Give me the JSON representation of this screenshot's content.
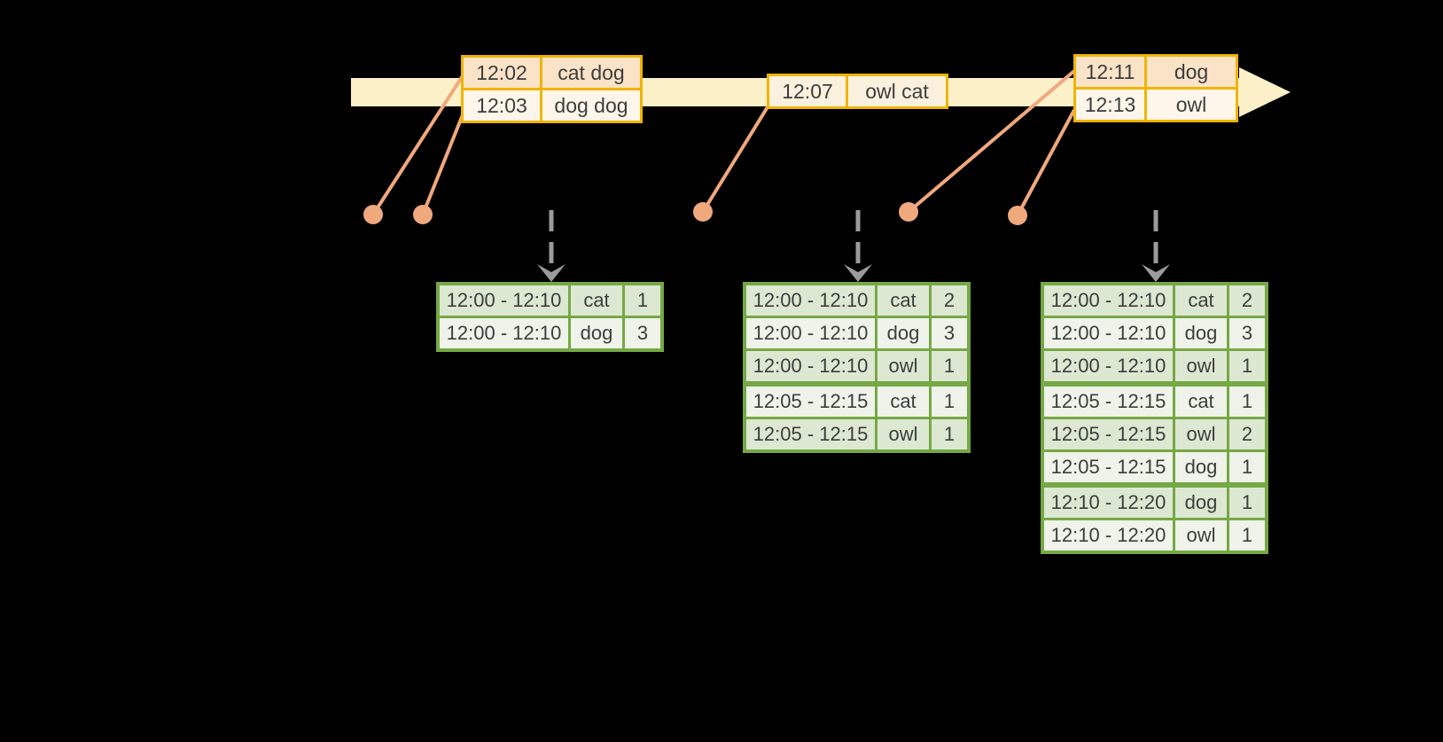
{
  "colors": {
    "background": "#000000",
    "timeline_band": "#fcf0c9",
    "event_table_border": "#f0b400",
    "event_row_dark": "#fae3c7",
    "event_row_light": "#fef6ea",
    "connector_salmon": "#f0a87d",
    "result_table_border": "#76a845",
    "result_row_dark": "#dde8d2",
    "result_row_light": "#eff3ea",
    "trigger_arrow_gray": "#9b9b9b",
    "text": "#3d3d3d"
  },
  "icons": {
    "timeline_arrowhead": "right-arrow",
    "trigger_arrow": "dashed-down-arrow",
    "event_marker": "dot"
  },
  "timeline": {
    "events": [
      {
        "rows": [
          {
            "time": "12:02",
            "words": "cat dog"
          },
          {
            "time": "12:03",
            "words": "dog dog"
          }
        ]
      },
      {
        "rows": [
          {
            "time": "12:07",
            "words": "owl cat"
          }
        ]
      },
      {
        "rows": [
          {
            "time": "12:11",
            "words": "dog"
          },
          {
            "time": "12:13",
            "words": "owl"
          }
        ]
      }
    ]
  },
  "result_tables": [
    {
      "rows": [
        {
          "window": "12:00 - 12:10",
          "word": "cat",
          "count": "1"
        },
        {
          "window": "12:00 - 12:10",
          "word": "dog",
          "count": "3"
        }
      ]
    },
    {
      "rows": [
        {
          "window": "12:00 - 12:10",
          "word": "cat",
          "count": "2"
        },
        {
          "window": "12:00 - 12:10",
          "word": "dog",
          "count": "3"
        },
        {
          "window": "12:00 - 12:10",
          "word": "owl",
          "count": "1"
        },
        {
          "window": "12:05 - 12:15",
          "word": "cat",
          "count": "1"
        },
        {
          "window": "12:05 - 12:15",
          "word": "owl",
          "count": "1"
        }
      ]
    },
    {
      "rows": [
        {
          "window": "12:00 - 12:10",
          "word": "cat",
          "count": "2"
        },
        {
          "window": "12:00 - 12:10",
          "word": "dog",
          "count": "3"
        },
        {
          "window": "12:00 - 12:10",
          "word": "owl",
          "count": "1"
        },
        {
          "window": "12:05 - 12:15",
          "word": "cat",
          "count": "1"
        },
        {
          "window": "12:05 - 12:15",
          "word": "owl",
          "count": "2"
        },
        {
          "window": "12:05 - 12:15",
          "word": "dog",
          "count": "1"
        },
        {
          "window": "12:10 - 12:20",
          "word": "dog",
          "count": "1"
        },
        {
          "window": "12:10 - 12:20",
          "word": "owl",
          "count": "1"
        }
      ]
    }
  ]
}
